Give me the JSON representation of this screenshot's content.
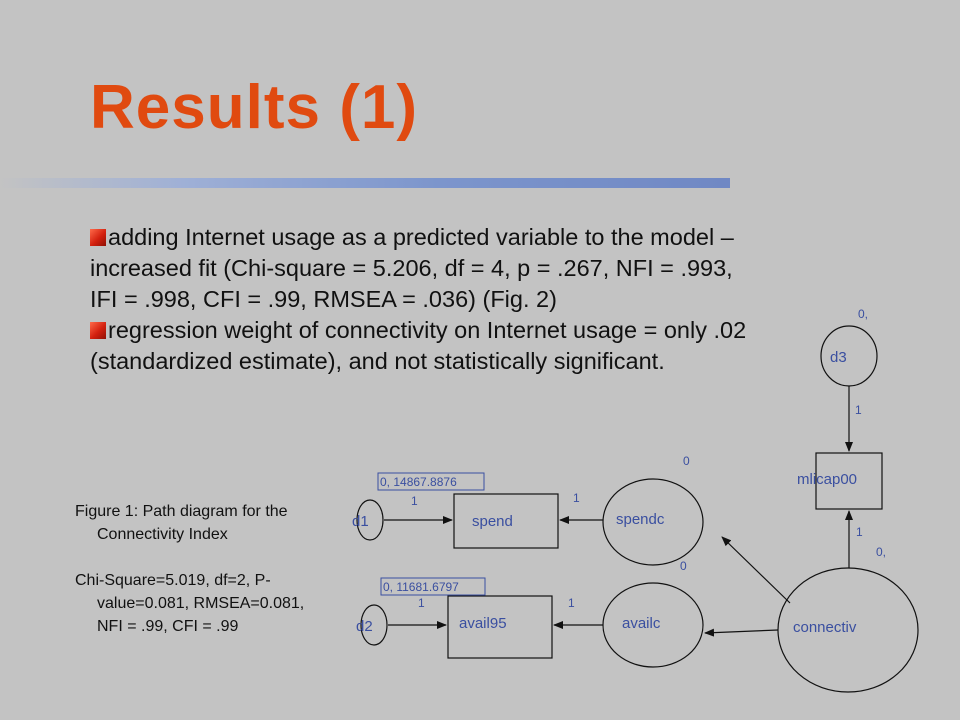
{
  "slide": {
    "title": "Results (1)"
  },
  "bullets": [
    {
      "text": "adding Internet usage as a predicted variable to the model – increased fit (Chi-square = 5.206, df = 4, p = .267, NFI = .993, IFI = .998, CFI = .99, RMSEA = .036) (Fig. 2)"
    },
    {
      "text": "regression weight of connectivity on  Internet usage = only .02 (standardized estimate), and not statistically significant."
    }
  ],
  "figure_caption": {
    "line1": "Figure 1: Path diagram for the Connectivity Index",
    "line2": "Chi-Square=5.019, df=2, P-value=0.081, RMSEA=0.081, NFI = .99, CFI = .99"
  },
  "diagram": {
    "nodes": {
      "d1": "d1",
      "d2": "d2",
      "d3": "d3",
      "spend": "spend",
      "avail95": "avail95",
      "mlicap00": "mlicap00",
      "spendc": "spendc",
      "availc": "availc",
      "connectiv": "connectiv"
    },
    "variance_labels": {
      "d1": "0, 14867.8876",
      "d2": "0, 11681.6797",
      "d3": "0,",
      "spendc": "0",
      "availc": "0",
      "connectiv": "0,"
    },
    "path_weights": {
      "d1_spend": "1",
      "spendc_spend": "1",
      "d2_avail95": "1",
      "availc_avail95": "1",
      "d3_mlicap00": "1",
      "connectiv_mlicap00": "1"
    },
    "colors": {
      "title": "#e04a10",
      "background": "#c3c3c3",
      "diagram_text": "#3a4fa0"
    }
  }
}
